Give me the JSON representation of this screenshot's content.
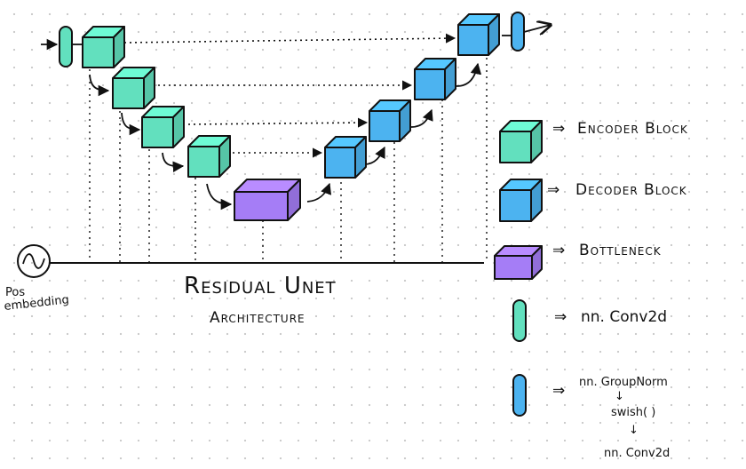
{
  "title": "Residual Unet",
  "subtitle": "Architecture",
  "pos_embedding_label": [
    "Pos",
    "embedding"
  ],
  "legend": {
    "encoder": "Encoder Block",
    "decoder": "Decoder Block",
    "bottleneck": "Bottleneck",
    "conv": "nn. Conv2d",
    "norm_chain": [
      "nn. GroupNorm",
      "swish( )",
      "nn. Conv2d"
    ],
    "implies": "⇒"
  },
  "colors": {
    "encoder": "#62e0be",
    "decoder": "#4cb3f0",
    "bottleneck": "#a57df6",
    "conv_block": "#62e0be",
    "norm_block": "#4cb3f0",
    "ink": "#111111"
  }
}
